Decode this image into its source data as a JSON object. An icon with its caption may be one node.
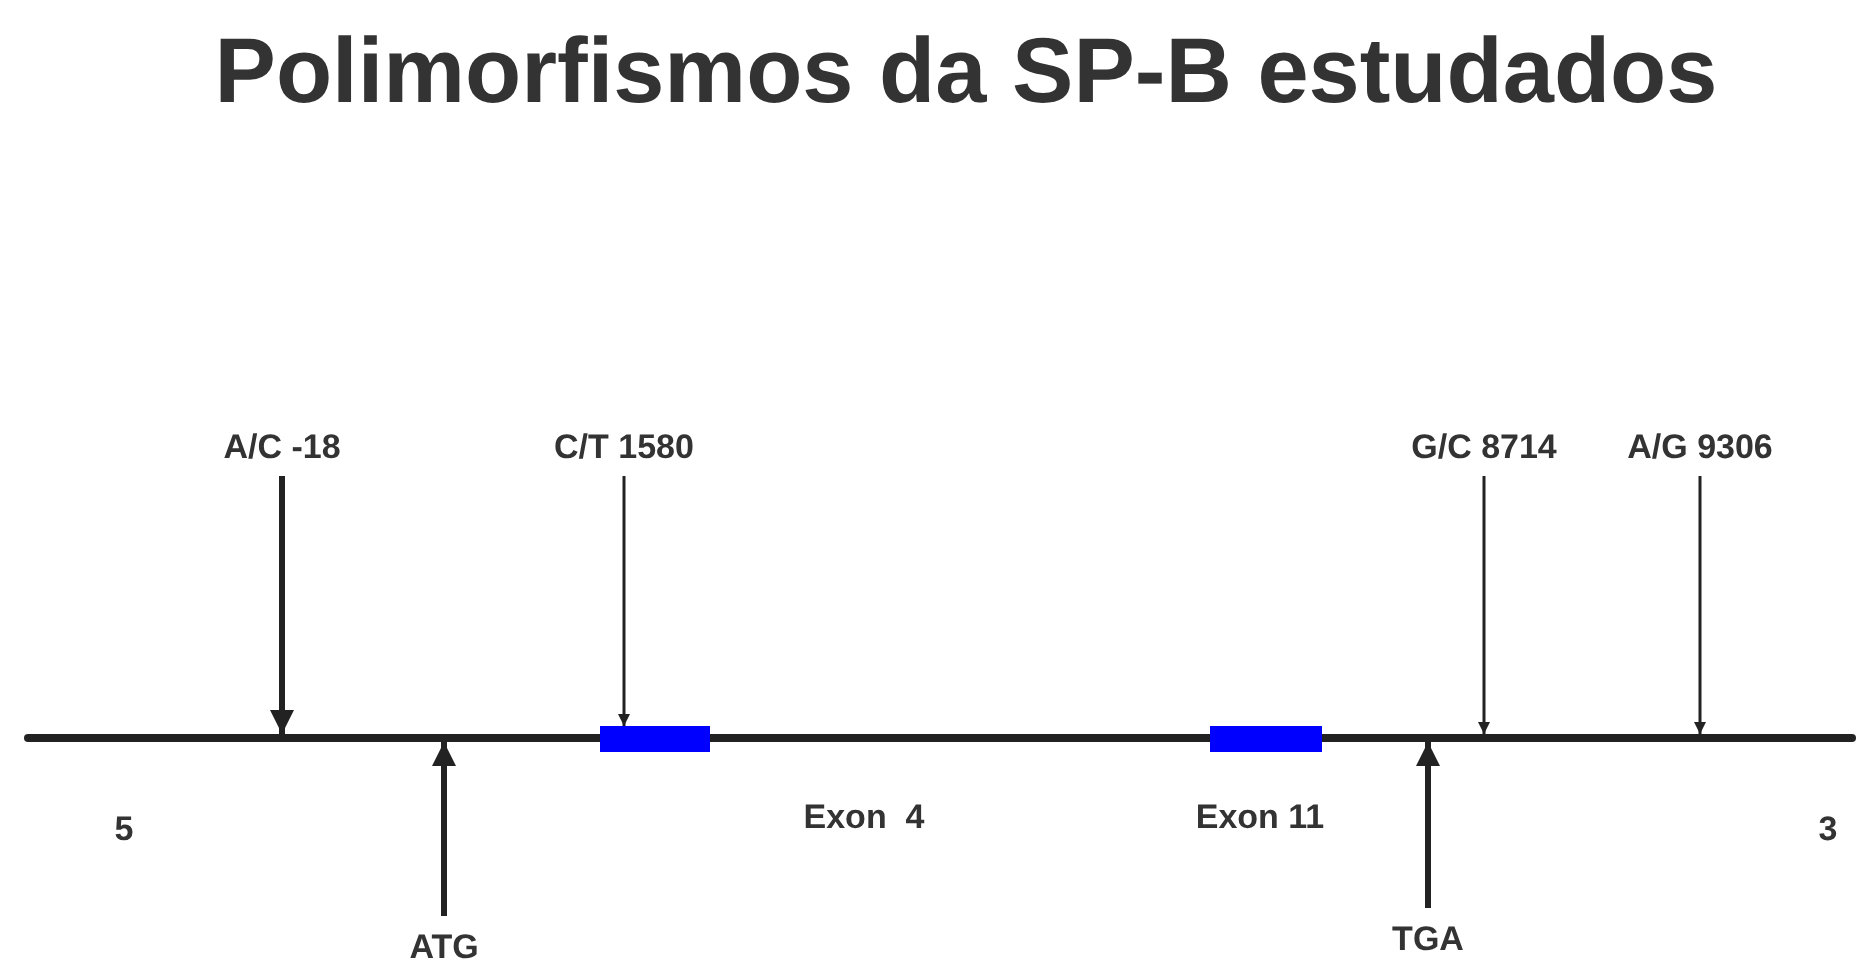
{
  "diagram": {
    "title": "Polimorfismos da SP-B estudados",
    "nodes": [
      {
        "text": [
          "A/C -18"
        ]
      },
      {
        "text": [
          "C/T 1580"
        ]
      },
      {
        "text": [
          "G/C 8714"
        ]
      },
      {
        "text": [
          "A/G 9306"
        ]
      },
      {
        "text": [],
        "shape": "bar"
      },
      {
        "text": [],
        "shape": "box"
      },
      {
        "text": [],
        "shape": "box"
      },
      {
        "text": [
          "ATG"
        ]
      },
      {
        "text": [
          "TGA"
        ]
      }
    ],
    "edges": [
      {
        "from": 0,
        "to": 4,
        "arrow": "to",
        "style": "thick"
      },
      {
        "from": 1,
        "to": 5,
        "arrow": "to"
      },
      {
        "from": 2,
        "to": 4,
        "arrow": "to"
      },
      {
        "from": 3,
        "to": 4,
        "arrow": "to"
      },
      {
        "from": 7,
        "to": 4,
        "arrow": "to",
        "style": "thick"
      },
      {
        "from": 8,
        "to": 4,
        "arrow": "to",
        "style": "thick"
      }
    ],
    "labels": [
      "5",
      "Exon  4",
      "Exon 11",
      "3"
    ]
  }
}
